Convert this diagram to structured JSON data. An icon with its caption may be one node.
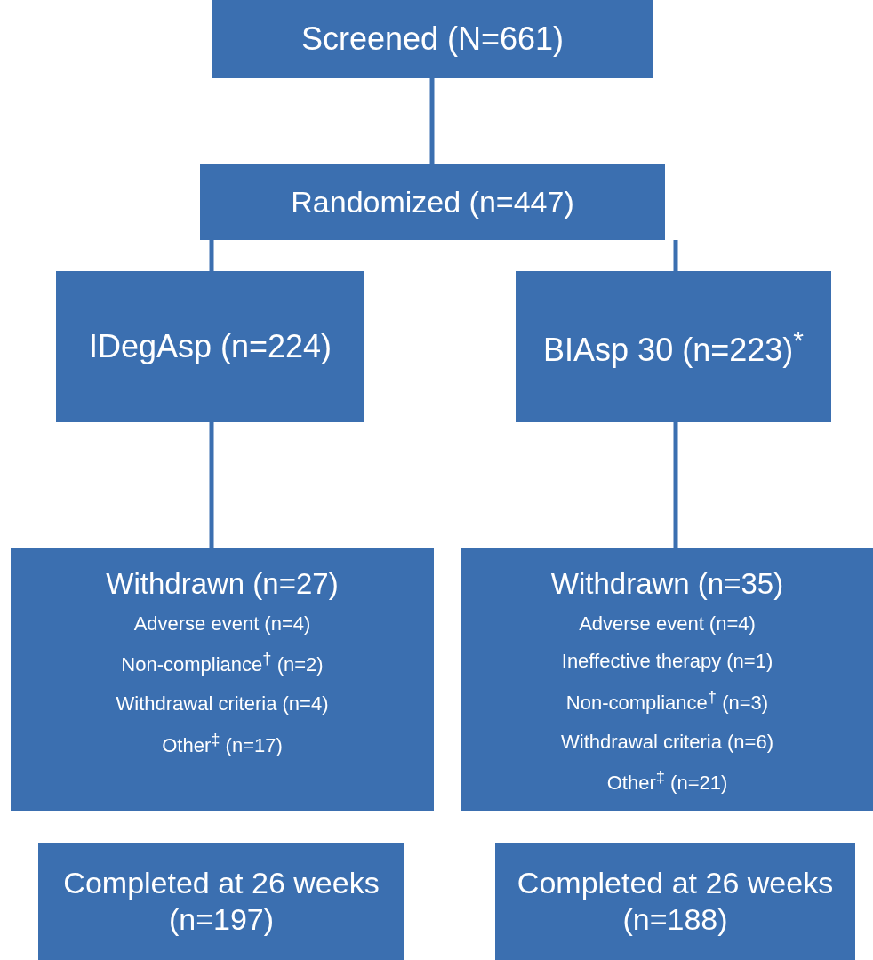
{
  "diagram": {
    "nodes": [
      {
        "text": [
          "Screened (N=661)"
        ]
      },
      {
        "text": [
          "Randomized (n=447)"
        ]
      },
      {
        "text": [
          "IDegAsp (n=224)"
        ]
      },
      {
        "text": [
          "BIAsp 30 (n=223)$^{*}$"
        ]
      },
      {
        "text": [
          "Withdrawn (n=27)",
          "Adverse event (n=4)",
          "Non-compliance$^{†}$ (n=2)",
          "Withdrawal criteria (n=4)",
          "Other$^{‡}$ (n=17)"
        ]
      },
      {
        "text": [
          "Withdrawn (n=35)",
          "Adverse event (n=4)",
          "Ineffective therapy (n=1)",
          "Non-compliance$^{†}$ (n=3)",
          "Withdrawal criteria (n=6)",
          "Other$^{‡}$ (n=21)"
        ]
      },
      {
        "text": [
          "Completed at 26 weeks (n=197)"
        ]
      },
      {
        "text": [
          "Completed at 26 weeks (n=188)"
        ]
      }
    ],
    "edges": [
      {
        "from": 0,
        "to": 1,
        "arrow": "none"
      },
      {
        "from": 1,
        "to": 2,
        "arrow": "none"
      },
      {
        "from": 1,
        "to": 3,
        "arrow": "none"
      },
      {
        "from": 2,
        "to": 4,
        "arrow": "none"
      },
      {
        "from": 3,
        "to": 5,
        "arrow": "none"
      }
    ]
  }
}
